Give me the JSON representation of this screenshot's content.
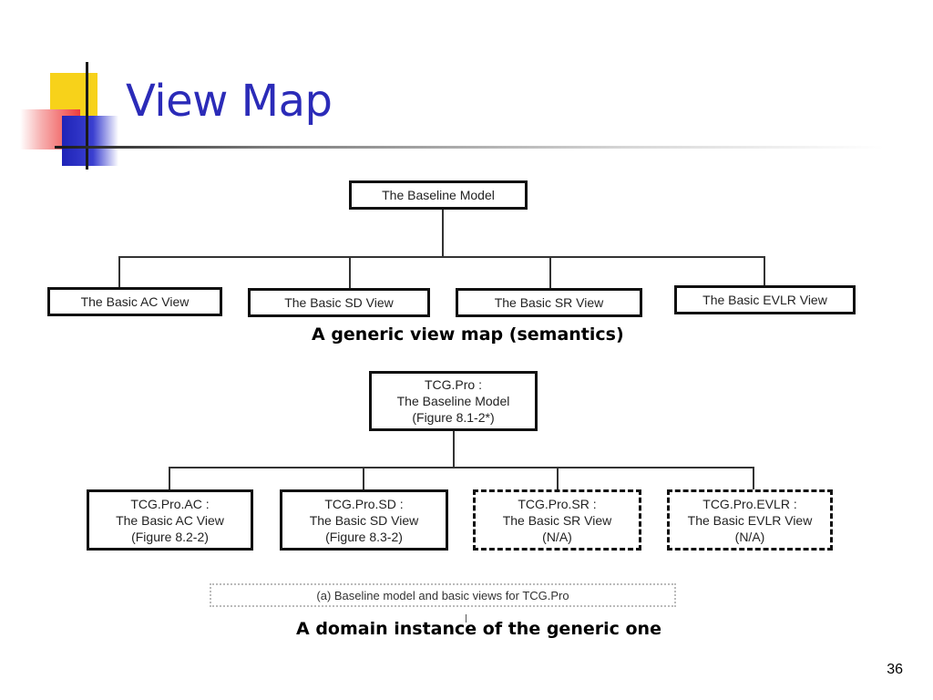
{
  "slide": {
    "title": "View Map",
    "page_number": "36"
  },
  "top_diagram": {
    "root": "The Baseline Model",
    "children": [
      "The Basic AC View",
      "The Basic SD View",
      "The Basic SR View",
      "The Basic EVLR View"
    ],
    "caption": "A generic view map (semantics)"
  },
  "bottom_diagram": {
    "root": [
      "TCG.Pro :",
      "The Baseline Model",
      "(Figure 8.1-2*)"
    ],
    "children": [
      {
        "lines": [
          "TCG.Pro.AC :",
          "The Basic AC View",
          "(Figure 8.2-2)"
        ],
        "style": "solid"
      },
      {
        "lines": [
          "TCG.Pro.SD :",
          "The Basic SD View",
          "(Figure 8.3-2)"
        ],
        "style": "solid"
      },
      {
        "lines": [
          "TCG.Pro.SR :",
          "The Basic SR View",
          "(N/A)"
        ],
        "style": "dashed"
      },
      {
        "lines": [
          "TCG.Pro.EVLR :",
          "The Basic EVLR View",
          "(N/A)"
        ],
        "style": "dashed"
      }
    ],
    "figure_caption": "(a) Baseline model and basic views for TCG.Pro",
    "caption": "A domain instance of the generic one"
  }
}
